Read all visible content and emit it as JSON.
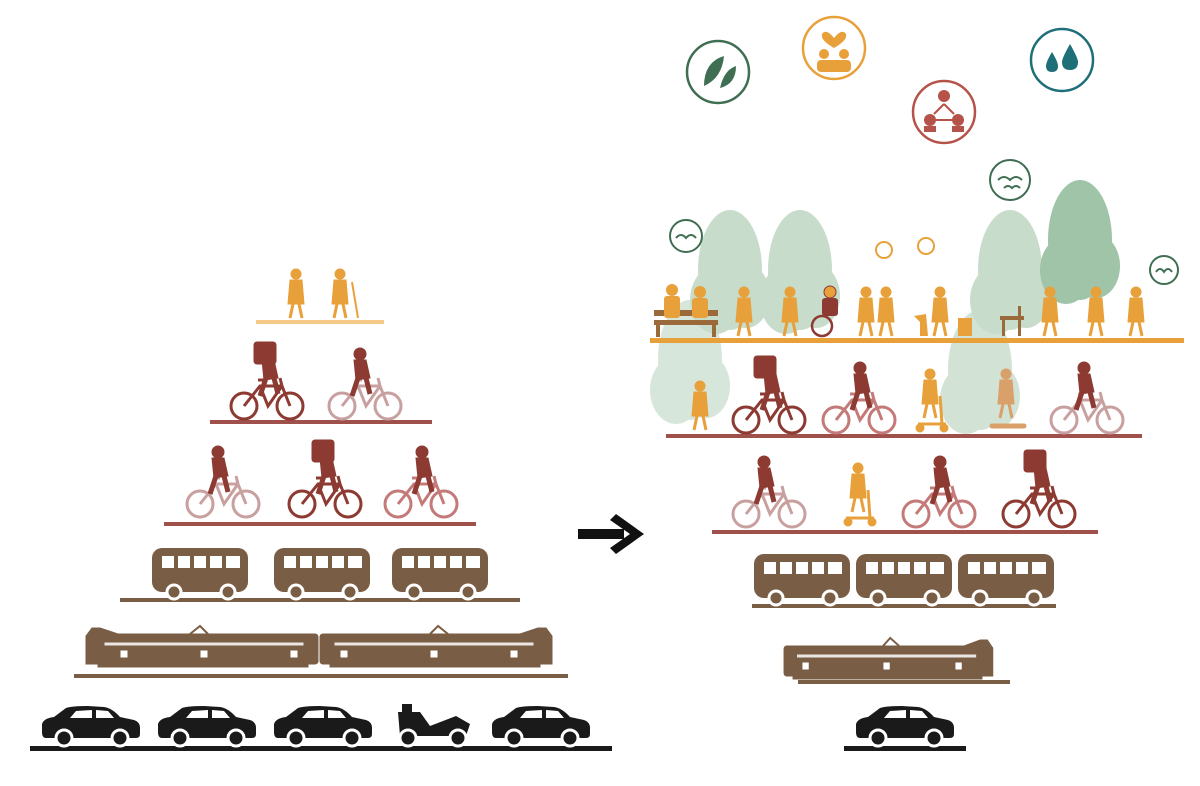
{
  "colors": {
    "background": "#ffffff",
    "pedestrian_orange": "#e8a03a",
    "pedestrian_light": "#f4c98a",
    "cyclist_maroon": "#8c3a32",
    "cyclist_rose": "#c47a78",
    "bike_light": "#c9a0a0",
    "bus_brown": "#7a5d45",
    "train_brown": "#7a5d45",
    "car_black": "#1a1a1a",
    "tree_green": "#9fc4a8",
    "tree_light": "#c7dccb",
    "arrow": "#111111",
    "icon_green": "#3f6e52",
    "icon_orange": "#e8a03a",
    "icon_red": "#b5524a",
    "icon_teal": "#1f6f78"
  },
  "left_pyramid": {
    "tiers": [
      {
        "mode": "walking",
        "count": 2
      },
      {
        "mode": "cycling",
        "count": 2
      },
      {
        "mode": "cycling",
        "count": 3
      },
      {
        "mode": "bus",
        "count": 3
      },
      {
        "mode": "train",
        "count": 2
      },
      {
        "mode": "car",
        "count": 5,
        "includes": "motorcycle"
      }
    ]
  },
  "right_pyramid": {
    "tiers": [
      {
        "mode": "walking-and-community",
        "count": 12
      },
      {
        "mode": "cycling-and-micromobility",
        "count": 6
      },
      {
        "mode": "cycling-and-scooter",
        "count": 4
      },
      {
        "mode": "bus",
        "count": 3
      },
      {
        "mode": "train",
        "count": 1
      },
      {
        "mode": "car",
        "count": 1
      }
    ]
  },
  "icons": [
    {
      "name": "leaf-icon",
      "color": "#3f6e52"
    },
    {
      "name": "family-heart-icon",
      "color": "#e8a03a"
    },
    {
      "name": "community-network-icon",
      "color": "#b5524a"
    },
    {
      "name": "water-drops-icon",
      "color": "#1f6f78"
    },
    {
      "name": "birds-icon",
      "color": "#3f6e52"
    }
  ]
}
